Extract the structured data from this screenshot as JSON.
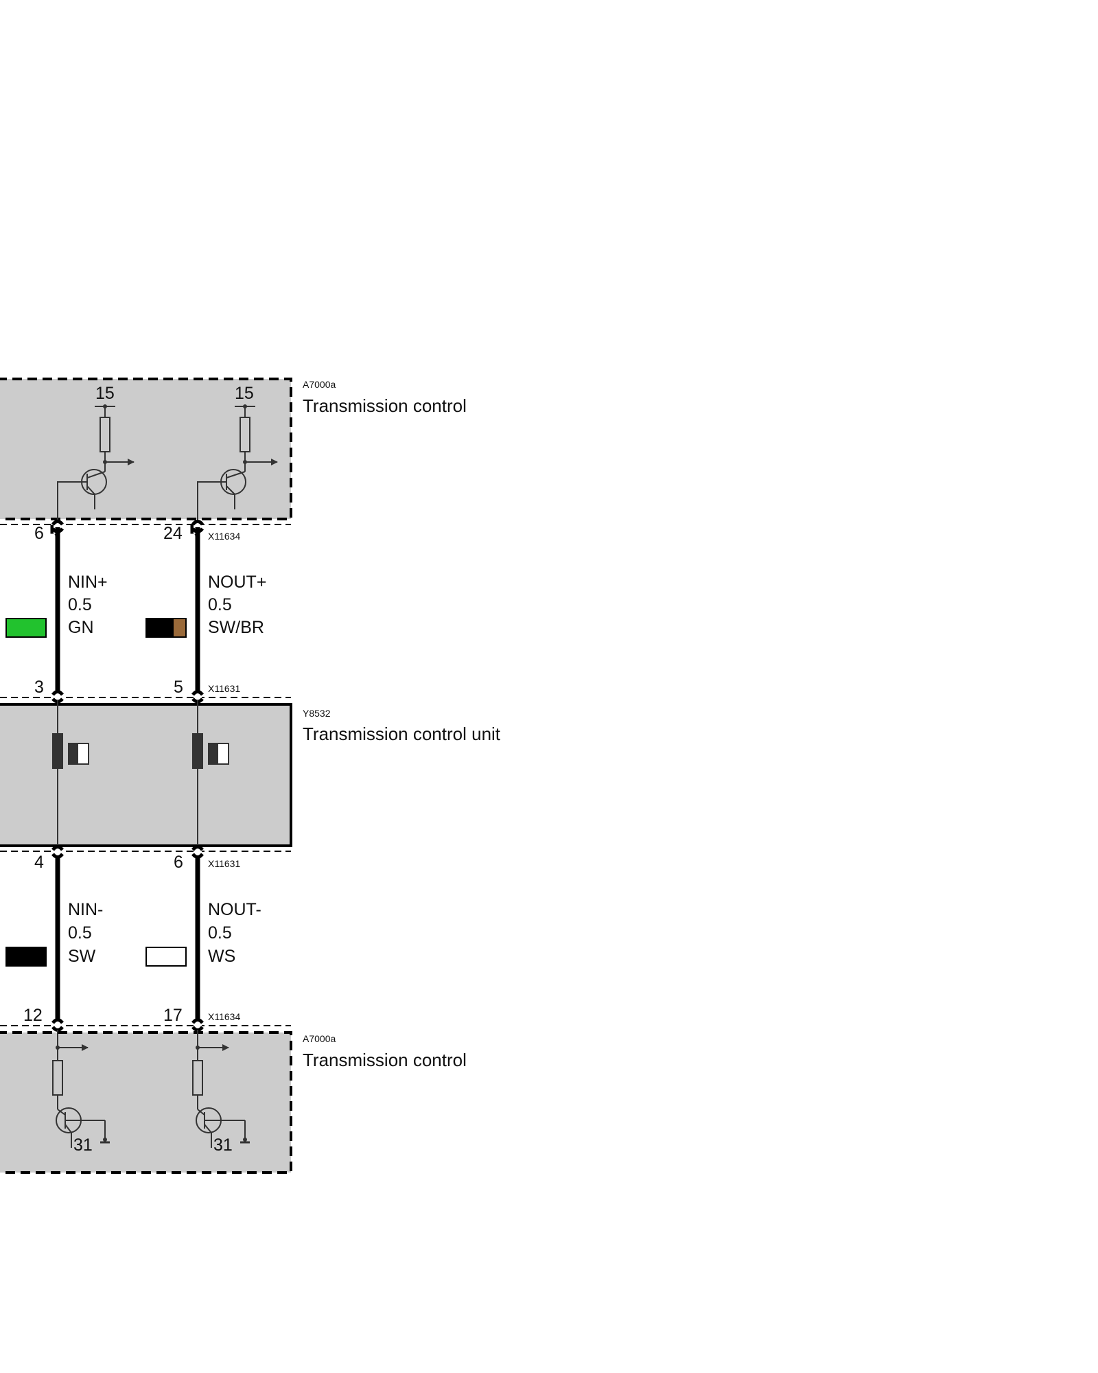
{
  "components": {
    "ecu_top": {
      "code": "A7000a",
      "name": "Transmission control",
      "supply_left": "15",
      "supply_right": "15"
    },
    "sensor_unit": {
      "code": "Y8532",
      "name": "Transmission control unit"
    },
    "ecu_bottom": {
      "code": "A7000a",
      "name": "Transmission control",
      "ground_left": "31",
      "ground_right": "31"
    }
  },
  "connectors": {
    "x11634_top": {
      "id": "X11634",
      "pin_left": "6",
      "pin_right": "24"
    },
    "x11631_top": {
      "id": "X11631",
      "pin_left": "3",
      "pin_right": "5"
    },
    "x11631_bottom": {
      "id": "X11631",
      "pin_left": "4",
      "pin_right": "6"
    },
    "x11634_bottom": {
      "id": "X11634",
      "pin_left": "12",
      "pin_right": "17"
    }
  },
  "wires": {
    "nin_plus": {
      "signal": "NIN+",
      "size": "0.5",
      "color_code": "GN",
      "swatch": [
        "#22c22e"
      ]
    },
    "nout_plus": {
      "signal": "NOUT+",
      "size": "0.5",
      "color_code": "SW/BR",
      "swatch": [
        "#000000",
        "#9a6a3a"
      ]
    },
    "nin_minus": {
      "signal": "NIN-",
      "size": "0.5",
      "color_code": "SW",
      "swatch": [
        "#000000"
      ]
    },
    "nout_minus": {
      "signal": "NOUT-",
      "size": "0.5",
      "color_code": "WS",
      "swatch": [
        "#ffffff"
      ]
    }
  },
  "colors": {
    "module_fill": "#cccccc",
    "wire": "#000000",
    "line": "#333333"
  }
}
